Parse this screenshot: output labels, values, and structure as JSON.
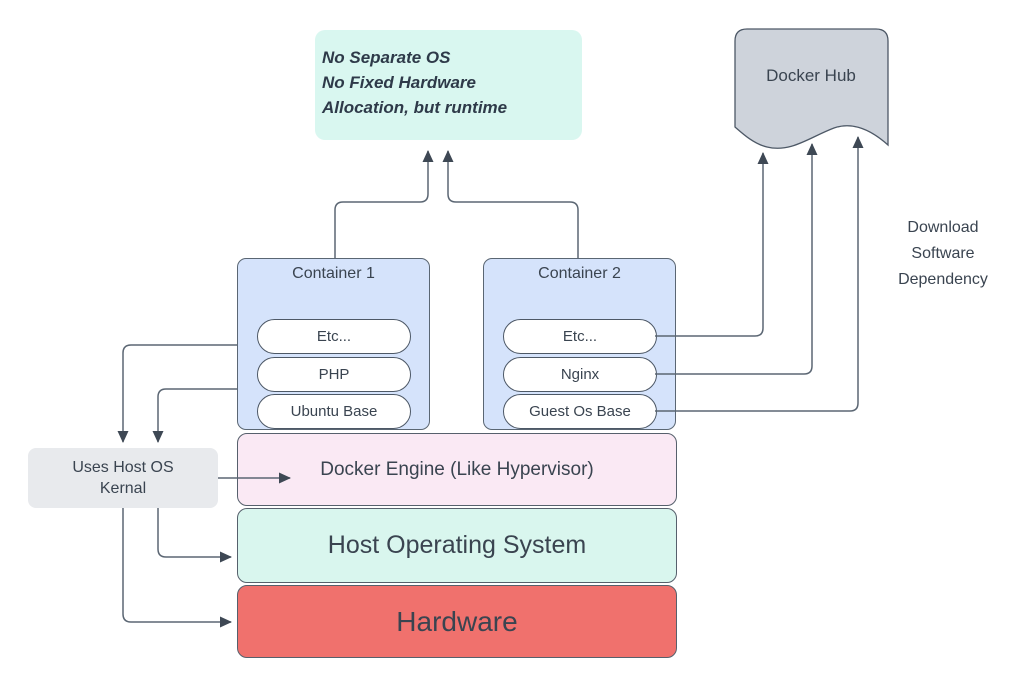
{
  "note": {
    "lines": [
      "No Separate OS",
      "No Fixed Hardware",
      "Allocation, but runtime"
    ],
    "bg": "#d9f7f0"
  },
  "docker_hub": {
    "label": "Docker Hub",
    "bg": "#ced3db"
  },
  "containers": [
    {
      "title": "Container 1",
      "items": [
        "Etc...",
        "PHP",
        "Ubuntu Base"
      ],
      "bg": "#d5e3fb"
    },
    {
      "title": "Container 2",
      "items": [
        "Etc...",
        "Nginx",
        "Guest Os Base"
      ],
      "bg": "#d5e3fb"
    }
  ],
  "layers": [
    {
      "label": "Docker Engine (Like Hypervisor)",
      "bg": "#fae9f4"
    },
    {
      "label": "Host Operating System",
      "bg": "#d9f6ee"
    },
    {
      "label": "Hardware",
      "bg": "#f0716d"
    }
  ],
  "kernel_note": {
    "lines": [
      "Uses Host OS",
      "Kernal"
    ],
    "bg": "#e8eaed"
  },
  "side_note": {
    "lines": [
      "Download",
      "Software",
      "Dependency"
    ]
  },
  "colors": {
    "wire": "#5b6673",
    "arrowhead": "#3e4854",
    "text": "#3a4450"
  }
}
